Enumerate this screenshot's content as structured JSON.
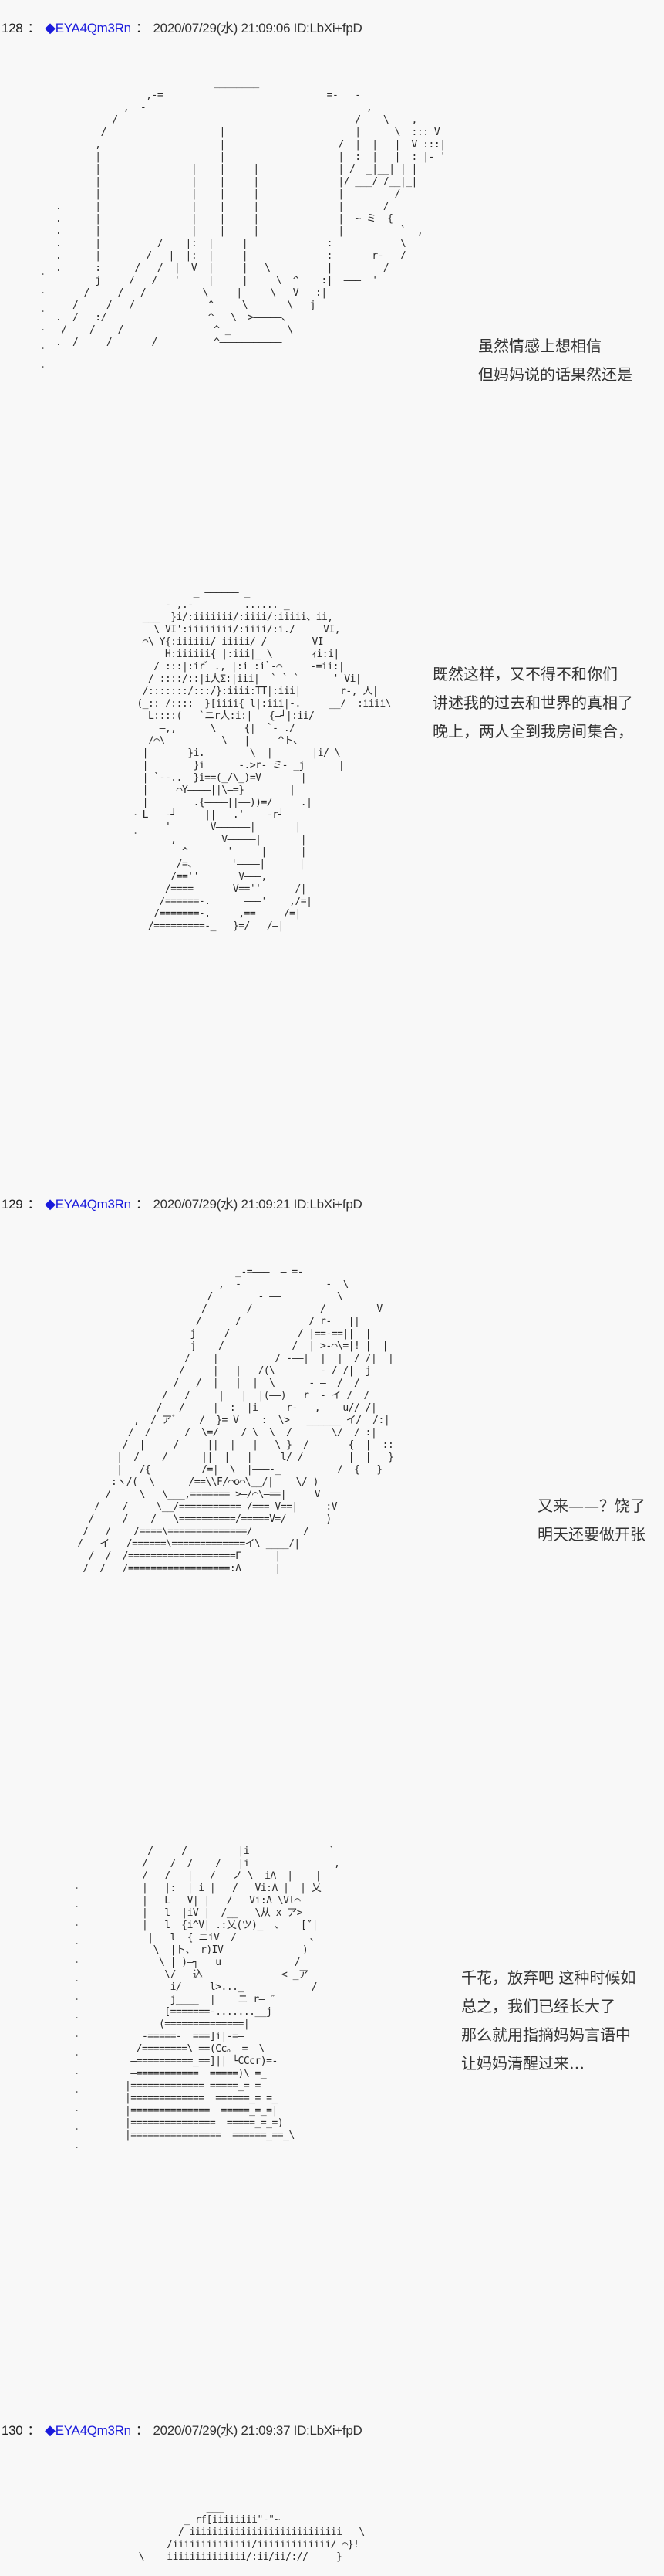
{
  "posts": [
    {
      "number": "128",
      "separator": "：",
      "trip_icon": "◆",
      "tripcode": "EYA4Qm3Rn",
      "date": "2020/07/29(水) 21:09:06",
      "id": "ID:LbXi+fpD",
      "panels": [
        {
          "art": "aa-figure-long-hair-profile",
          "dialogue": [
            "虽然情感上想相信",
            "但妈妈说的话果然还是"
          ]
        },
        {
          "art": "aa-figure-girl-arms-crossed",
          "dialogue": [
            "既然这样，又不得不和你们",
            "讲述我的过去和世界的真相了",
            "晚上，两人全到我房间集合，"
          ]
        }
      ]
    },
    {
      "number": "129",
      "separator": "：",
      "trip_icon": "◆",
      "tripcode": "EYA4Qm3Rn",
      "date": "2020/07/29(水) 21:09:21",
      "id": "ID:LbXi+fpD",
      "panels": [
        {
          "art": "aa-figure-long-hair-sleepy",
          "dialogue": [
            "又来——？饶了",
            "明天还要做开张"
          ]
        },
        {
          "art": "aa-figure-short-hair-smirk",
          "dialogue": [
            "千花，放弃吧 这种时候如",
            "总之，我们已经长大了",
            "那么就用指摘妈妈言语中",
            "让妈妈清醒过来…"
          ]
        }
      ]
    },
    {
      "number": "130",
      "separator": "：",
      "trip_icon": "◆",
      "tripcode": "EYA4Qm3Rn",
      "date": "2020/07/29(水) 21:09:37",
      "id": "ID:LbXi+fpD",
      "panels": [
        {
          "art": "aa-figure-hair-top-partial",
          "dialogue": []
        }
      ]
    }
  ],
  "colors": {
    "background": "#f8f8f8",
    "tripcode": "#1a1adc",
    "text": "#333333"
  }
}
